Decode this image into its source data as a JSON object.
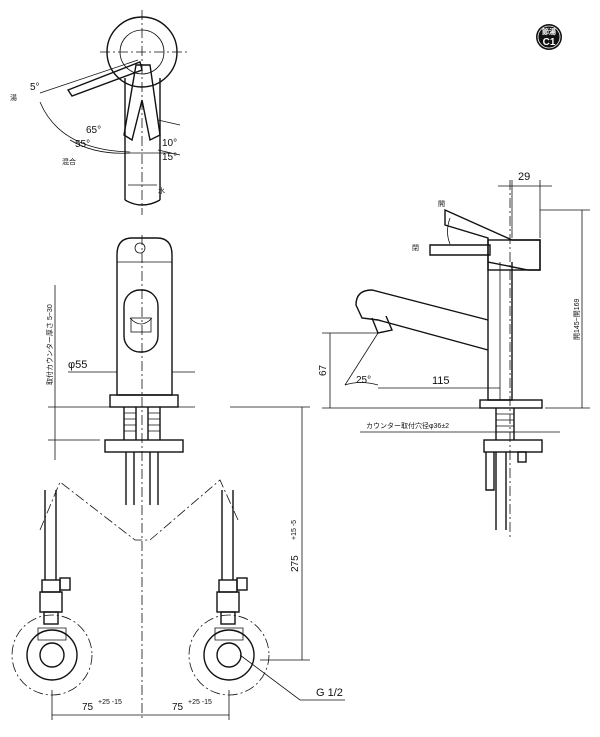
{
  "badge": {
    "top": "節湯",
    "bottom": "C1"
  },
  "top_view": {
    "hot": "湯",
    "mix": "混合",
    "water": "水",
    "angle_5": "5°",
    "angle_65": "65°",
    "angle_55": "55°",
    "angle_10": "10°",
    "angle_15": "15°"
  },
  "front": {
    "diameter": "φ55",
    "counter_thickness": "取付カウンター厚さ 5~30",
    "length_275": "275",
    "length_275_tol": "+15 -5",
    "pitch_left": "75",
    "pitch_right": "75",
    "pitch_tol": "+25 -15",
    "thread": "G 1/2"
  },
  "side": {
    "dim_29": "29",
    "open": "開",
    "close": "閉",
    "height": "開145~開169",
    "dim_67": "67",
    "angle_25": "25°",
    "dim_115": "115",
    "hole": "カウンター取付穴径φ36±2"
  }
}
